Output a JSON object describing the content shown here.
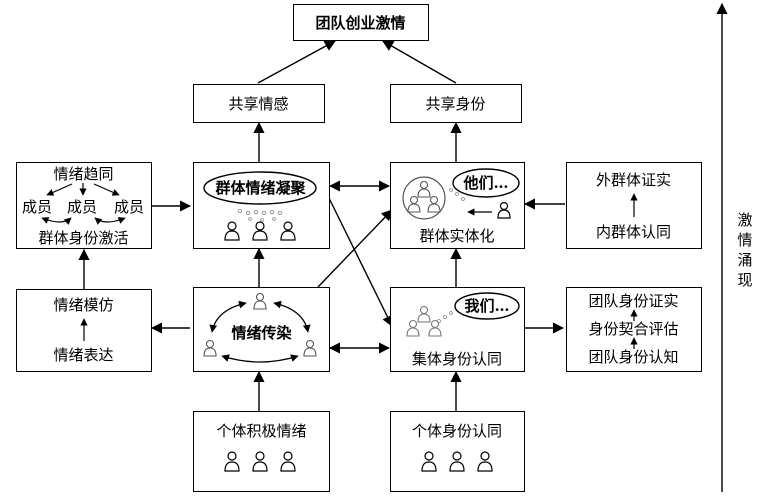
{
  "top": "团队创业激情",
  "shared_emotion": "共享情感",
  "shared_identity": "共享身份",
  "left_top": {
    "title": "情绪趋同",
    "member": "成员",
    "bottom": "群体身份激活"
  },
  "convergence": {
    "bubble": "群体情绪凝聚"
  },
  "entitativity": {
    "bubble": "他们…",
    "label": "群体实体化"
  },
  "outgroup": {
    "top": "外群体证实",
    "bottom": "内群体认同"
  },
  "mimicry": {
    "top": "情绪模仿",
    "bottom": "情绪表达"
  },
  "contagion": {
    "label": "情绪传染"
  },
  "collective": {
    "bubble": "我们…",
    "label": "集体身份认同"
  },
  "team_identity": {
    "line1": "团队身份证实",
    "line2": "身份契合评估",
    "line3": "团队身份认知"
  },
  "individual_emotion": "个体积极情绪",
  "individual_identity": "个体身份认同",
  "axis_label": [
    "激",
    "情",
    "涌",
    "现"
  ]
}
